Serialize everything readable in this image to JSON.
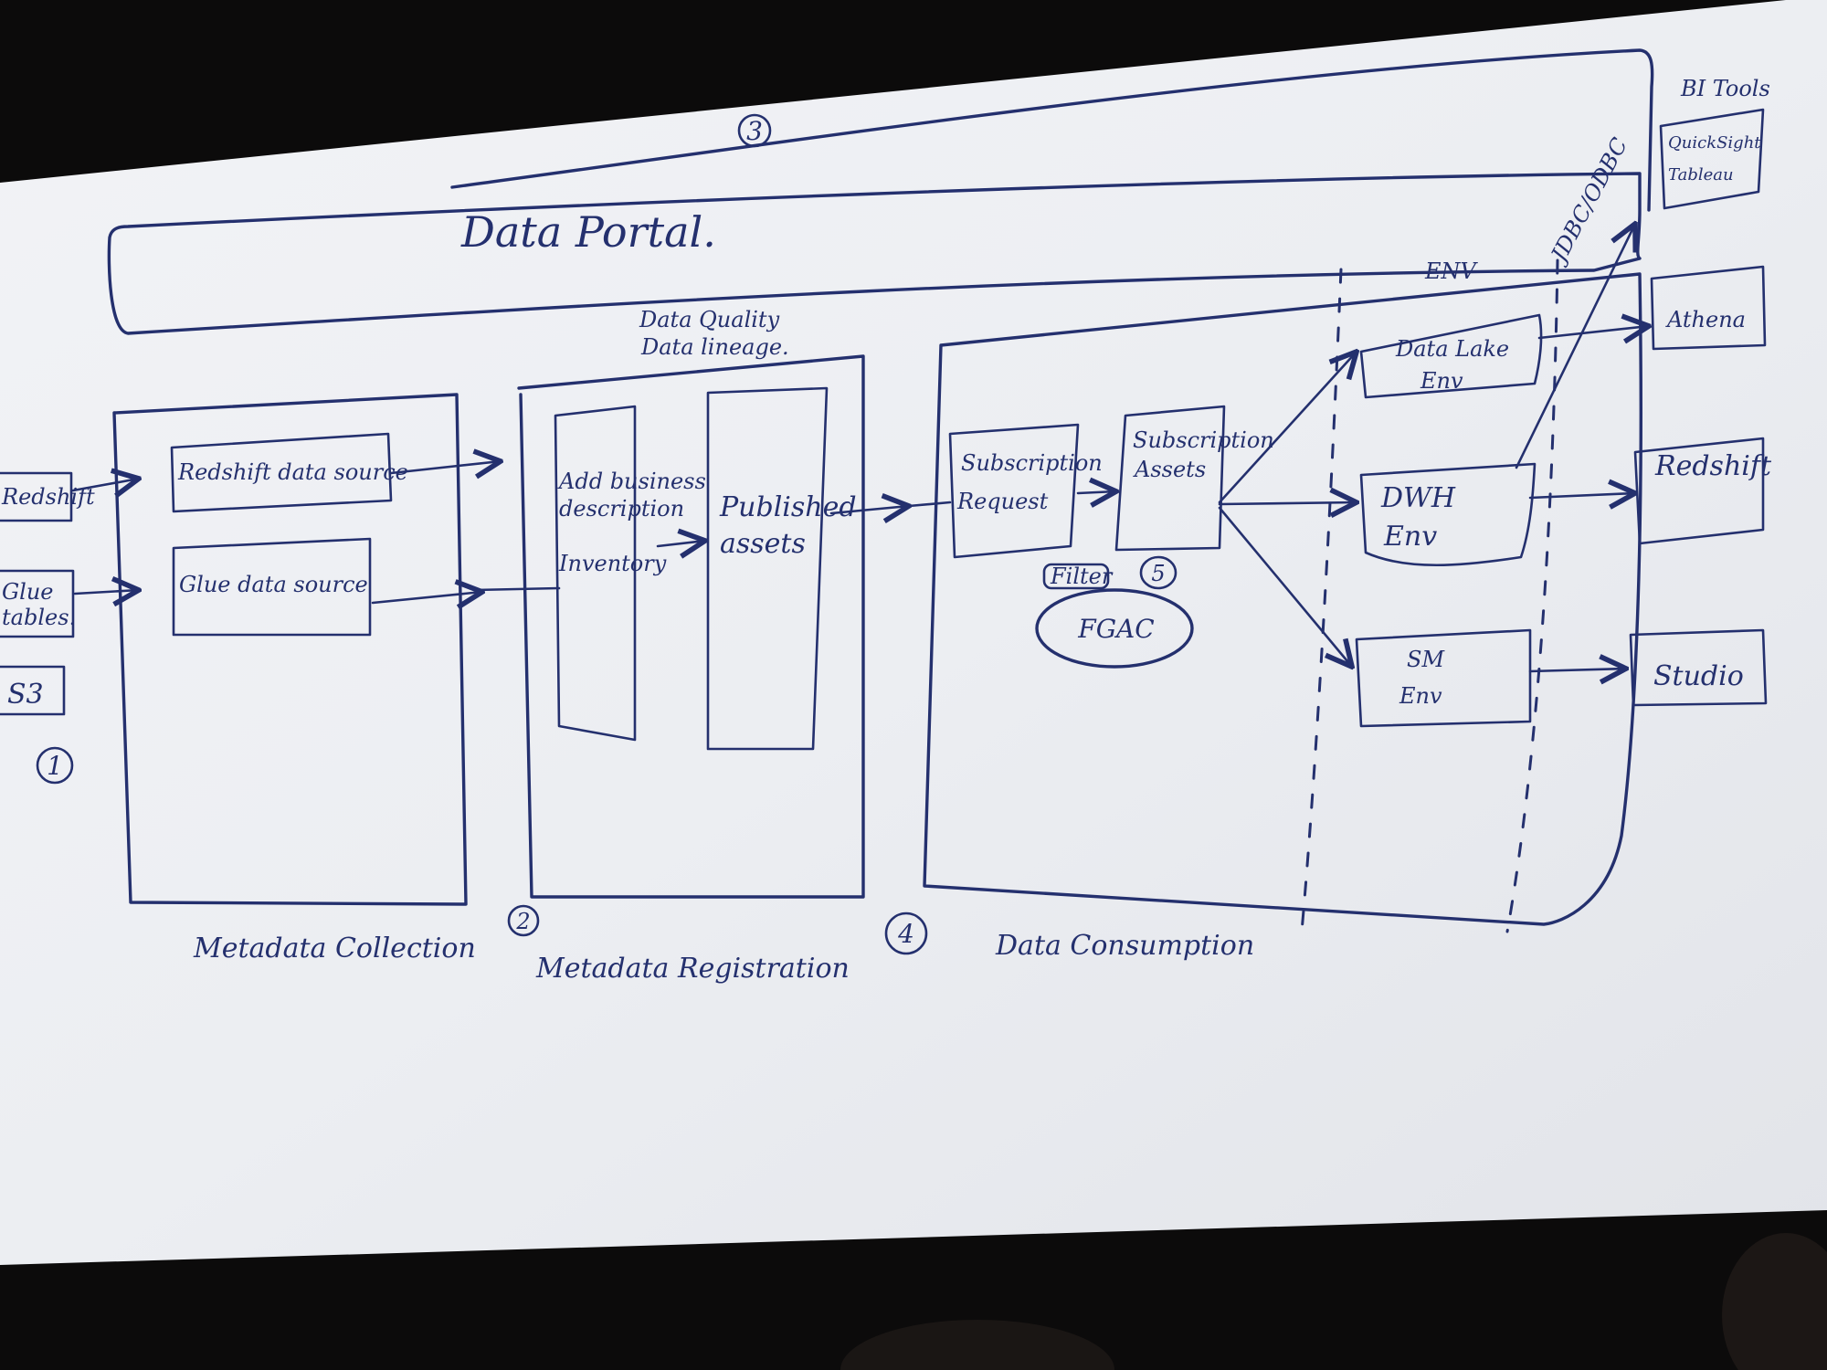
{
  "diagram": {
    "header": {
      "step3": "3",
      "portal": "Data Portal."
    },
    "sources": {
      "redshift": "Redshift",
      "glue_line1": "Glue",
      "glue_line2": "tables.",
      "s3": "S3",
      "step1": "1"
    },
    "collection": {
      "redshift_source": "Redshift data source",
      "glue_source": "Glue data source",
      "label": "Metadata Collection"
    },
    "registration": {
      "quality": "Data Quality",
      "lineage": "Data lineage.",
      "add_business": "Add business",
      "description": "description",
      "inventory": "Inventory",
      "published_line1": "Published",
      "published_line2": "assets",
      "step2": "2",
      "label": "Metadata Registration"
    },
    "consumption": {
      "request_line1": "Subscription",
      "request_line2": "Request",
      "assets_line1": "Subscription",
      "assets_line2": "Assets",
      "filter": "Filter",
      "step5": "5",
      "fgac": "FGAC",
      "step4": "4",
      "label": "Data Consumption"
    },
    "env": {
      "header": "ENV",
      "datalake_line1": "Data Lake",
      "datalake_line2": "Env",
      "dwh_line1": "DWH",
      "dwh_line2": "Env",
      "sm_line1": "SM",
      "sm_line2": "Env",
      "jdbc": "JDBC/ODBC"
    },
    "tools": {
      "header": "BI Tools",
      "quicksight": "QuickSight",
      "tableau": "Tableau",
      "athena": "Athena",
      "redshift": "Redshift",
      "studio": "Studio"
    }
  }
}
